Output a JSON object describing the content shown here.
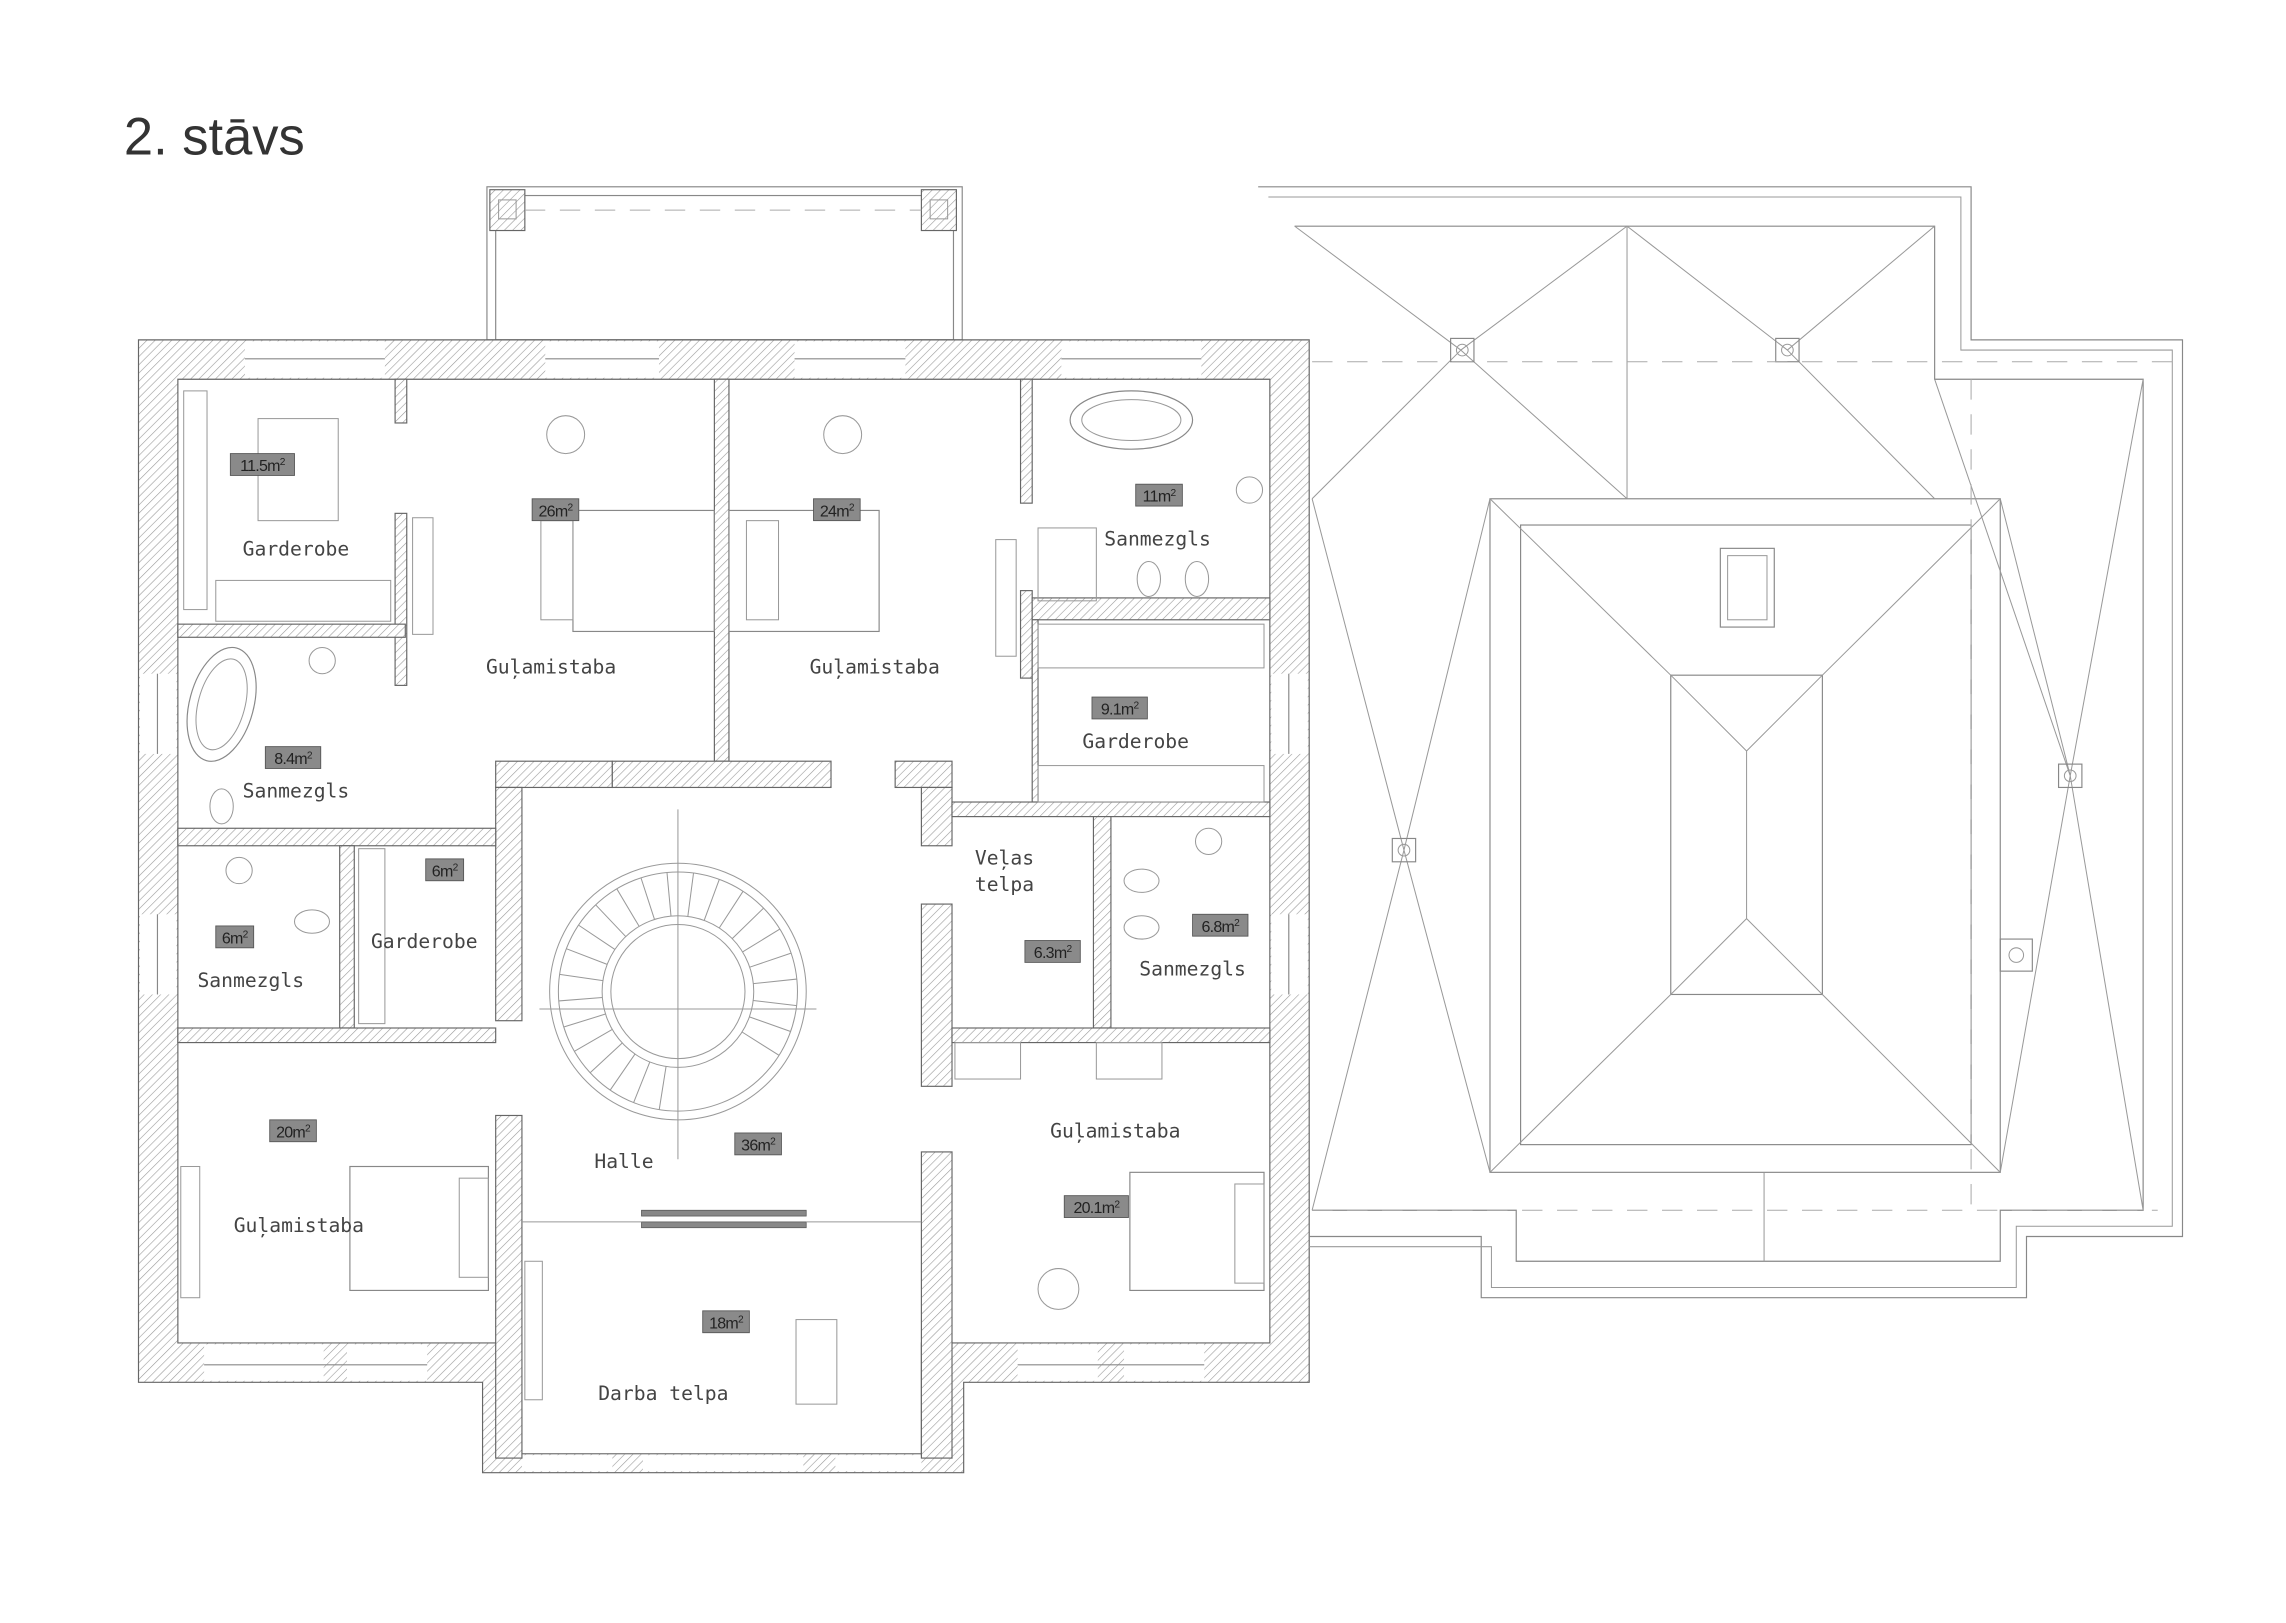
{
  "title": "2. stāvs",
  "rooms": [
    {
      "name": "Garderobe",
      "area": "11.5m",
      "sup": "2"
    },
    {
      "name": "Guļamistaba",
      "area": "26m",
      "sup": "2"
    },
    {
      "name": "Guļamistaba",
      "area": "24m",
      "sup": "2"
    },
    {
      "name": "Sanmezgls",
      "area": "11m",
      "sup": "2"
    },
    {
      "name": "Garderobe",
      "area": "9.1m",
      "sup": "2"
    },
    {
      "name": "Sanmezgls",
      "area": "8.4m",
      "sup": "2"
    },
    {
      "name": "Garderobe",
      "area": "6m",
      "sup": "2"
    },
    {
      "name": "Sanmezgls",
      "area": "6m",
      "sup": "2"
    },
    {
      "name_line1": "Veļas",
      "name_line2": "telpa",
      "area": "6.3m",
      "sup": "2"
    },
    {
      "name": "Sanmezgls",
      "area": "6.8m",
      "sup": "2"
    },
    {
      "name": "Guļamistaba",
      "area": "20m",
      "sup": "2"
    },
    {
      "name": "Halle",
      "area": "36m",
      "sup": "2"
    },
    {
      "name": "Guļamistaba",
      "area": "20.1m",
      "sup": "2"
    },
    {
      "name": "Darba telpa",
      "area": "18m",
      "sup": "2"
    }
  ]
}
